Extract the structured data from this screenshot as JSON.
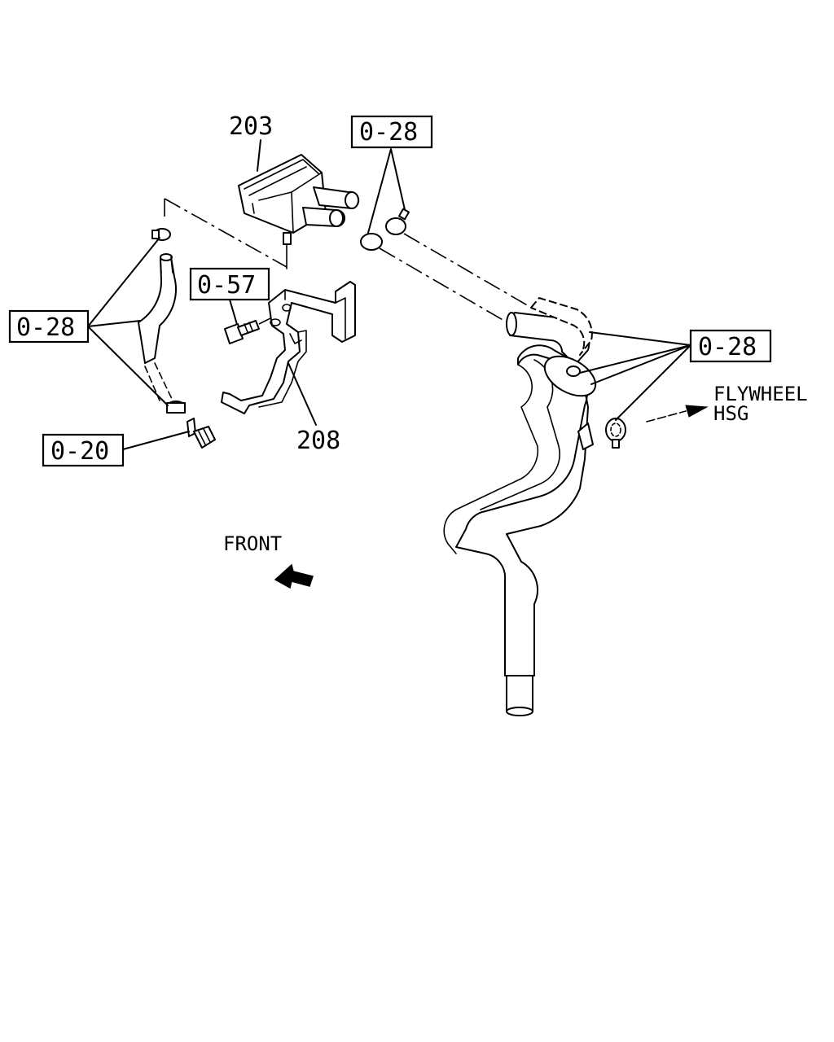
{
  "callouts": {
    "part_203": "203",
    "part_208": "208",
    "ref_028_top": "0-28",
    "ref_028_left": "0-28",
    "ref_028_right": "0-28",
    "ref_057": "0-57",
    "ref_020": "0-20"
  },
  "notes": {
    "flywheel_line1": "FLYWHEEL",
    "flywheel_line2": "HSG",
    "front": "FRONT"
  }
}
